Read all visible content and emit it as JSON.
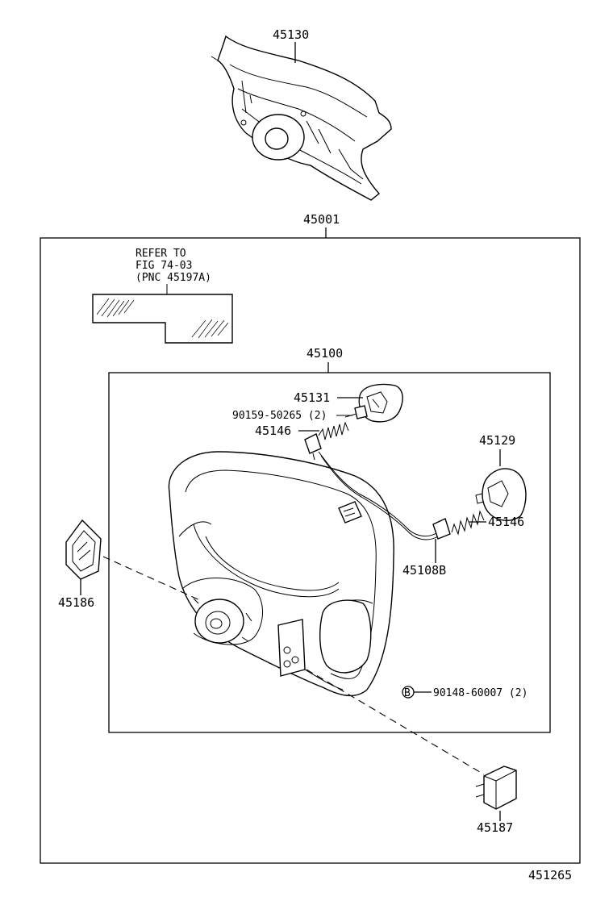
{
  "parts": {
    "horn_pad": "45130",
    "wheel_assy": "45001",
    "wheel_sub_assy": "45100",
    "cover_upper": "45131",
    "screw": "90159-50265 (2)",
    "spring_left": "45146",
    "cover_right": "45129",
    "spring_right": "45146",
    "harness": "45108B",
    "cover_left": "45186",
    "bolt": "90148-60007 (2)",
    "bolt_marker": "B",
    "cover_lower": "45187"
  },
  "refer_note": {
    "line1": "REFER TO",
    "line2": "FIG 74-03",
    "line3": "(PNC 45197A)"
  },
  "figure_number": "451265"
}
